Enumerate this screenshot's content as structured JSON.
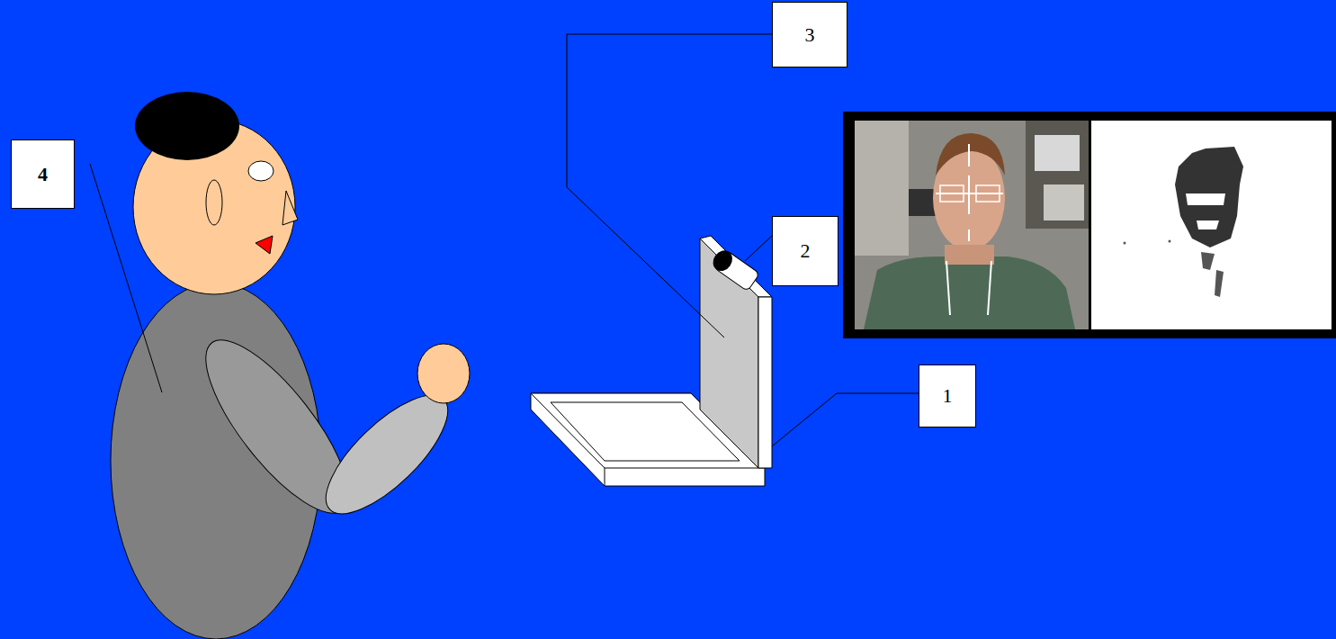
{
  "diagram": {
    "nodes": [
      {
        "text": [
          "3"
        ]
      },
      {
        "text": [
          "4"
        ]
      },
      {
        "text": [
          "2"
        ]
      },
      {
        "text": [
          "1"
        ]
      }
    ]
  }
}
